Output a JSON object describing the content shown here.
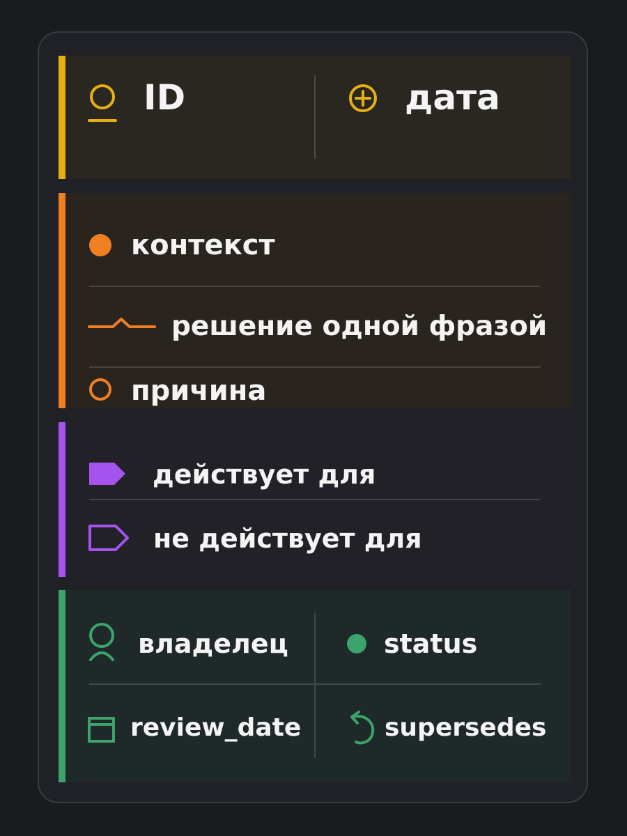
{
  "header": {
    "id_label": "ID",
    "date_label": "дата",
    "id_icon": "key-icon",
    "date_icon": "plus-circle-icon"
  },
  "decision": {
    "context_label": "контекст",
    "decision_label": "решение одной фразой",
    "reason_label": "причина",
    "context_icon": "filled-dot-icon",
    "decision_icon": "chevron-line-icon",
    "reason_icon": "ring-icon"
  },
  "scope": {
    "applies_label": "действует для",
    "not_applies_label": "не действует для",
    "applies_icon": "filled-tag-icon",
    "not_applies_icon": "outline-tag-icon"
  },
  "meta": {
    "owner_label": "владелец",
    "status_label": "status",
    "review_label": "review_date",
    "supersedes_label": "supersedes",
    "owner_icon": "person-icon",
    "status_icon": "filled-dot-icon",
    "review_icon": "calendar-icon",
    "supersedes_icon": "undo-arrow-icon"
  },
  "colors": {
    "background": "#1a1b1f",
    "card": "#202126",
    "header_accent": "#e6b012",
    "decision_accent": "#f07f22",
    "scope_accent": "#a653ee",
    "meta_accent": "#3aa46a",
    "text": "#f4f4f5"
  }
}
